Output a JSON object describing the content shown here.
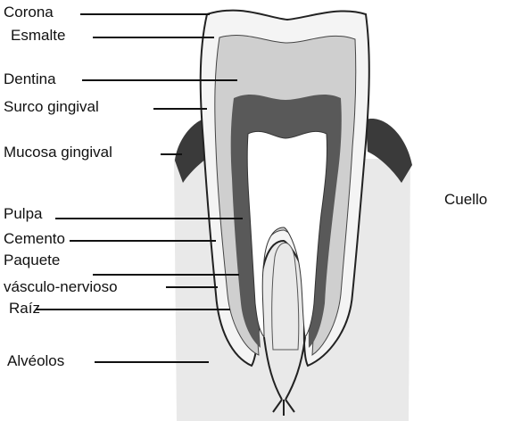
{
  "labels": {
    "corona": "Corona",
    "esmalte": "Esmalte",
    "dentina": "Dentina",
    "surco": "Surco gingival",
    "mucosa": "Mucosa gingival",
    "pulpa": "Pulpa",
    "cemento": "Cemento",
    "paquete_1": "Paquete",
    "paquete_2": "vásculo-nervioso",
    "raiz": "Raíz",
    "alveolos": "Alvéolos",
    "cuello": "Cuello"
  },
  "colors": {
    "enamel": "#f4f4f4",
    "dentin": "#cfcfcf",
    "dentin_core": "#595959",
    "pulp": "#ffffff",
    "gum": "#3a3a3a",
    "bone": "#e9e9e9",
    "line": "#111111"
  }
}
